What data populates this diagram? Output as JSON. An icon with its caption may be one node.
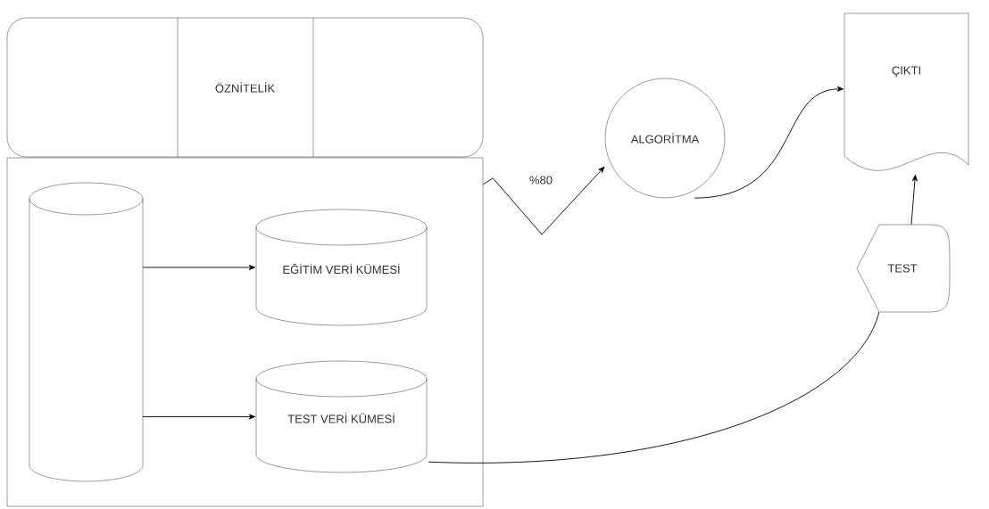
{
  "diagram": {
    "nodes": [
      {
        "text": [
          "ÖZNİTELİK"
        ]
      },
      {
        "text": [],
        "shape": "box"
      },
      {
        "text": [],
        "shape": "cylinder",
        "in": 1
      },
      {
        "text": [
          "EĞİTİM VERİ KÜMESİ"
        ],
        "in": 1
      },
      {
        "text": [
          "TEST VERİ KÜMESİ"
        ],
        "in": 1
      },
      {
        "text": [
          "ALGORİTMA"
        ]
      },
      {
        "text": [
          "ÇIKTI"
        ]
      },
      {
        "text": [
          "TEST"
        ]
      }
    ],
    "edges": [
      {
        "from": 2,
        "to": 3,
        "arrow": "to"
      },
      {
        "from": 2,
        "to": 4,
        "arrow": "to"
      },
      {
        "from": 1,
        "to": 5,
        "arrow": "to",
        "label": "%80"
      },
      {
        "from": 5,
        "to": 6,
        "arrow": "to"
      },
      {
        "from": 7,
        "to": 6,
        "arrow": "to"
      },
      {
        "from": 4,
        "to": 7,
        "arrow": "none"
      }
    ]
  }
}
